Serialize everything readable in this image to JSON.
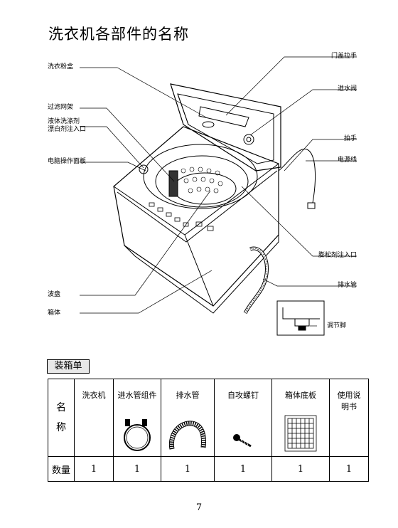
{
  "title": "洗衣机各部件的名称",
  "parts": {
    "lid_handle": "门盖拉手",
    "detergent_box": "洗衣粉盒",
    "water_inlet_valve": "进水阀",
    "filter_net": "过滤网架",
    "liquid_detergent_line1": "液体洗涤剂",
    "liquid_detergent_line2": "漂白剂注入口",
    "handle": "拍手",
    "power_cord": "电源线",
    "control_panel": "电脑操作面板",
    "softener_inlet": "膨松剂注入口",
    "drain_hose": "排水管",
    "pulsator": "波盘",
    "cabinet": "箱体",
    "adjustable_foot": "调节脚"
  },
  "packing": {
    "section_label": "装箱单",
    "row_label_char1": "名",
    "row_label_char2": "称",
    "qty_label": "数量",
    "items": [
      {
        "name": "洗衣机",
        "qty": "1",
        "icon": "none"
      },
      {
        "name": "进水管组件",
        "qty": "1",
        "icon": "inlet-hose-icon"
      },
      {
        "name": "排水管",
        "qty": "1",
        "icon": "drain-hose-icon"
      },
      {
        "name": "自攻螺钉",
        "qty": "1",
        "icon": "screw-icon"
      },
      {
        "name": "箱体底板",
        "qty": "1",
        "icon": "base-plate-icon"
      },
      {
        "name_line1": "使用说",
        "name_line2": "明书",
        "qty": "1",
        "icon": "none"
      }
    ]
  },
  "page_number": "7"
}
